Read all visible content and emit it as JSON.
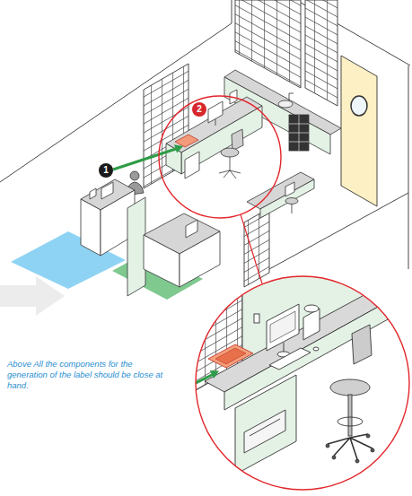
{
  "diagram": {
    "caption": "Above All the components for the generation of the label should be close at hand.",
    "nodes": [
      {
        "text": [
          "1"
        ]
      },
      {
        "text": [
          "2"
        ]
      }
    ]
  }
}
